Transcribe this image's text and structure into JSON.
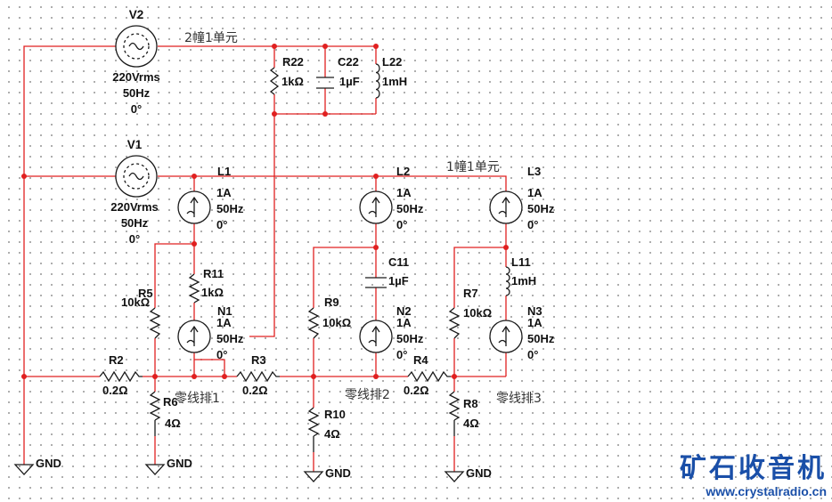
{
  "sources": {
    "v2": {
      "name": "V2",
      "voltage": "220Vrms",
      "freq": "50Hz",
      "phase": "0°"
    },
    "v1": {
      "name": "V1",
      "voltage": "220Vrms",
      "freq": "50Hz",
      "phase": "0°"
    },
    "l1": {
      "name": "L1",
      "current": "1A",
      "freq": "50Hz",
      "phase": "0°"
    },
    "l2": {
      "name": "L2",
      "current": "1A",
      "freq": "50Hz",
      "phase": "0°"
    },
    "l3": {
      "name": "L3",
      "current": "1A",
      "freq": "50Hz",
      "phase": "0°"
    },
    "n1": {
      "name": "N1",
      "current": "1A",
      "freq": "50Hz",
      "phase": "0°"
    },
    "n2": {
      "name": "N2",
      "current": "1A",
      "freq": "50Hz",
      "phase": "0°"
    },
    "n3": {
      "name": "N3",
      "current": "1A",
      "freq": "50Hz",
      "phase": "0°"
    }
  },
  "components": {
    "r22": {
      "name": "R22",
      "value": "1kΩ"
    },
    "c22": {
      "name": "C22",
      "value": "1µF"
    },
    "l22": {
      "name": "L22",
      "value": "1mH"
    },
    "r11": {
      "name": "R11",
      "value": "1kΩ"
    },
    "c11": {
      "name": "C11",
      "value": "1µF"
    },
    "l11": {
      "name": "L11",
      "value": "1mH"
    },
    "r5": {
      "name": "R5",
      "value": "10kΩ"
    },
    "r9": {
      "name": "R9",
      "value": "10kΩ"
    },
    "r7": {
      "name": "R7",
      "value": "10kΩ"
    },
    "r2": {
      "name": "R2",
      "value": "0.2Ω"
    },
    "r3": {
      "name": "R3",
      "value": "0.2Ω"
    },
    "r4": {
      "name": "R4",
      "value": "0.2Ω"
    },
    "r6": {
      "name": "R6",
      "value": "4Ω"
    },
    "r10": {
      "name": "R10",
      "value": "4Ω"
    },
    "r8": {
      "name": "R8",
      "value": "4Ω"
    }
  },
  "annotations": {
    "unit2": "2幢1单元",
    "unit1": "1幢1单元",
    "neutral1": "零线排1",
    "neutral2": "零线排2",
    "neutral3": "零线排3"
  },
  "grounds": [
    "GND",
    "GND",
    "GND",
    "GND"
  ],
  "watermark": {
    "title": "矿石收音机",
    "url": "www.crystalradio.cn"
  },
  "colors": {
    "wire": "#e02020",
    "component": "#1a1a1a",
    "watermark": "#1a4fa8",
    "grid_dot": "#9a9a9a"
  }
}
